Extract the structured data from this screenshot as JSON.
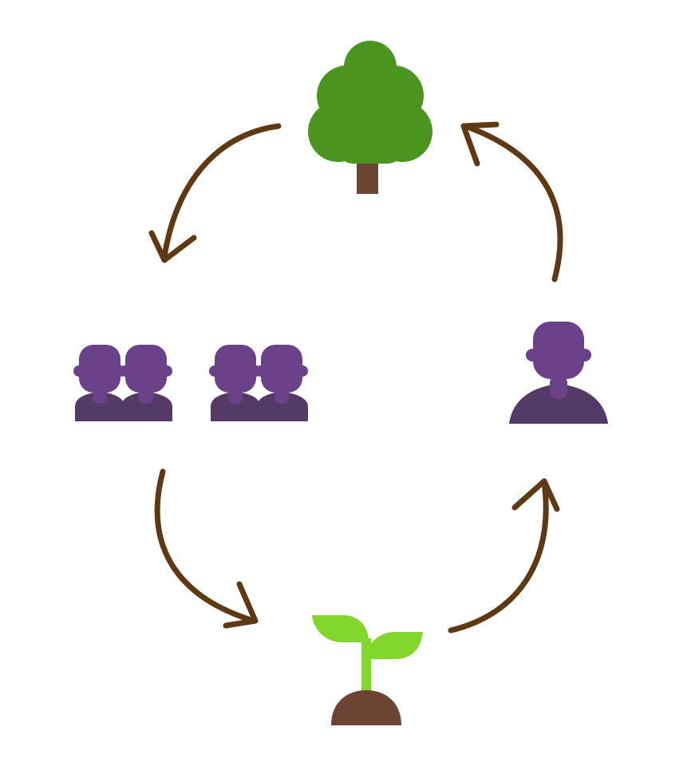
{
  "diagram": {
    "type": "cycle",
    "nodes": [
      {
        "id": "tree",
        "icon": "tree-icon"
      },
      {
        "id": "group",
        "icon": "people-group-icon",
        "count": 4
      },
      {
        "id": "sprout",
        "icon": "sprout-icon"
      },
      {
        "id": "person",
        "icon": "person-icon"
      }
    ],
    "edges": [
      {
        "from": "tree",
        "to": "group"
      },
      {
        "from": "group",
        "to": "sprout"
      },
      {
        "from": "sprout",
        "to": "person"
      },
      {
        "from": "person",
        "to": "tree"
      }
    ]
  },
  "colors": {
    "background": "#ffffff",
    "tree_canopy": "#4a941f",
    "tree_trunk": "#6b4433",
    "sprout_leaf": "#82d62e",
    "soil": "#6b4433",
    "person_head": "#6b428a",
    "person_body": "#543a66",
    "arrow": "#5e3914"
  }
}
